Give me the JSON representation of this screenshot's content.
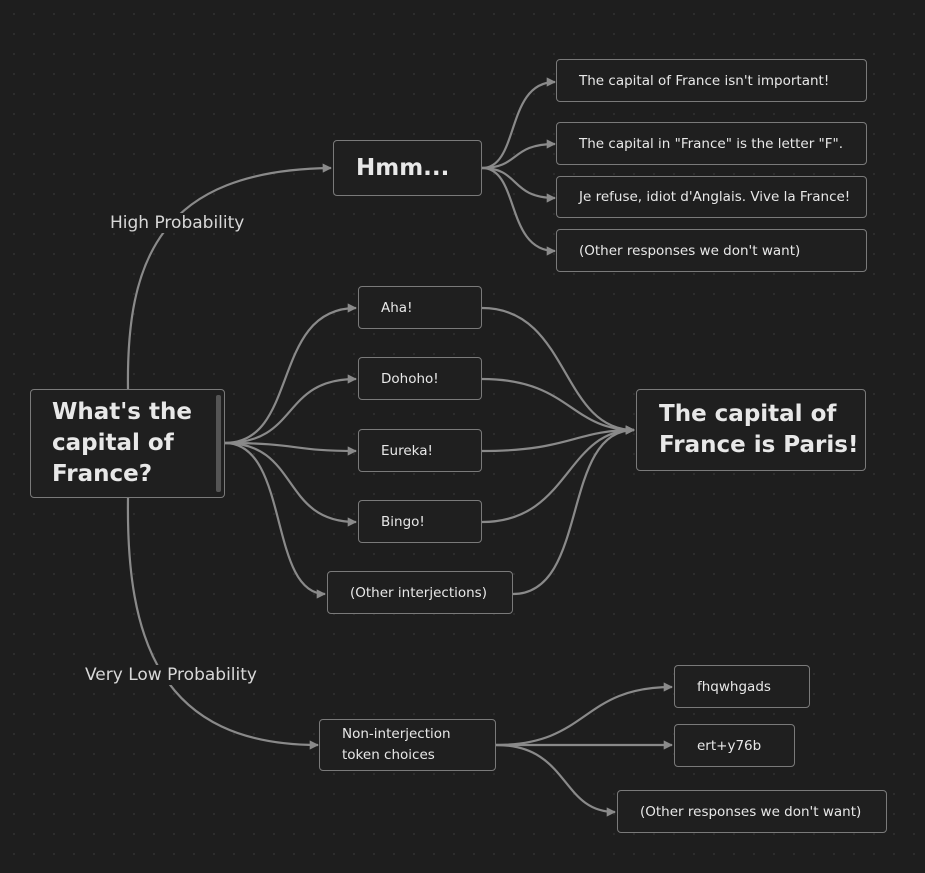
{
  "diagram": {
    "root": {
      "label": "What's the capital of France?"
    },
    "edge_labels": {
      "high": "High Probability",
      "low": "Very Low Probability"
    },
    "hmm": {
      "label": "Hmm..."
    },
    "hmm_responses": [
      "The capital of France isn't important!",
      "The capital in \"France\" is the letter \"F\".",
      "Je refuse, idiot d'Anglais. Vive la France!",
      "(Other responses we don't want)"
    ],
    "interjections": [
      "Aha!",
      "Dohoho!",
      "Eureka!",
      "Bingo!",
      "(Other interjections)"
    ],
    "answer": {
      "label": "The capital of France is Paris!"
    },
    "non_interjection": {
      "label": "Non-interjection token choices"
    },
    "low_responses": [
      "fhqwhgads",
      "ert+y76b",
      "(Other responses we don't want)"
    ]
  },
  "colors": {
    "background": "#1e1e1e",
    "node_border": "#7a7a7a",
    "edge": "#8a8a8a",
    "text": "#e8e8e8"
  }
}
